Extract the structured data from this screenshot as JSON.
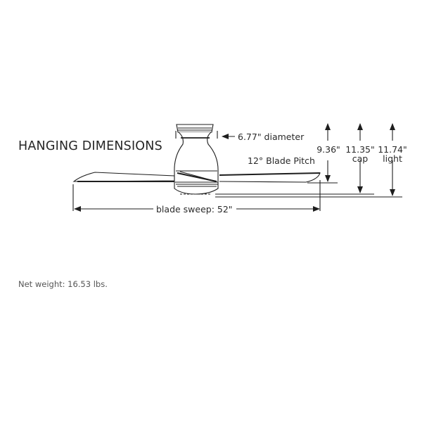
{
  "title": "HANGING DIMENSIONS",
  "labels": {
    "diameter": "6.77\" diameter",
    "blade_pitch": "12° Blade Pitch",
    "blade_sweep": "blade sweep: 52\"",
    "height_min": "9.36\"",
    "height_cap_value": "11.35\"",
    "height_cap_label": "cap",
    "height_light_value": "11.74\"",
    "height_light_label": "light"
  },
  "net_weight": "Net weight: 16.53 lbs.",
  "colors": {
    "line": "#1e1e1e",
    "text": "#2a2a2a",
    "weight_text": "#555555"
  }
}
